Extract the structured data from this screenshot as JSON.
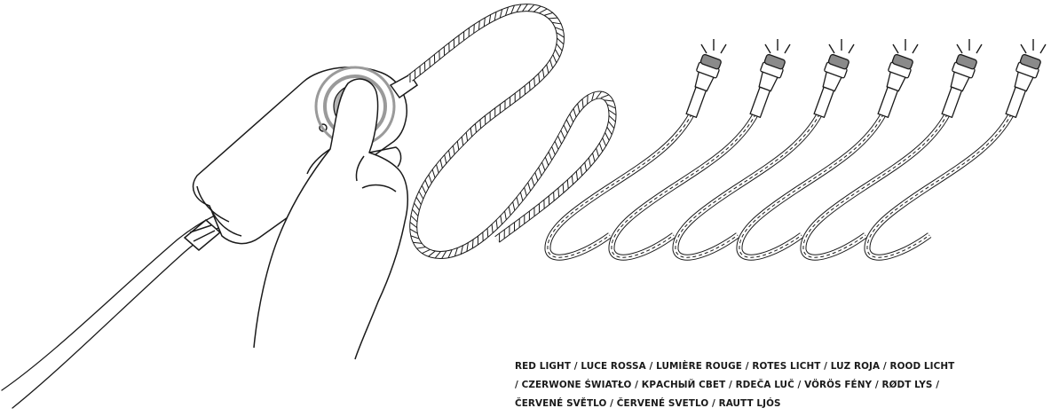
{
  "colors": {
    "line": "#1a1a1a",
    "lamp_cap": "#8a8a8a",
    "button_ring": "#9a9a9a",
    "background": "#ffffff"
  },
  "caption": {
    "lines": [
      "RED LIGHT / LUCE ROSSA / LUMIÈRE ROUGE / ROTES LICHT / LUZ ROJA / ROOD LICHT",
      "/ CZERWONE ŚWIATŁO / КРАСНЫЙ СВЕТ / RDEČA LUČ / VÖRÖS FÉNY / RØDT LYS /",
      "ČERVENÉ SVĚTLO / ČERVENÉ SVETLO / RAUTT LJÓS"
    ]
  },
  "illustration": {
    "lit_lamp_count": 6,
    "icons": [
      "hand-icon",
      "controller-icon",
      "light-burst-icon"
    ]
  }
}
